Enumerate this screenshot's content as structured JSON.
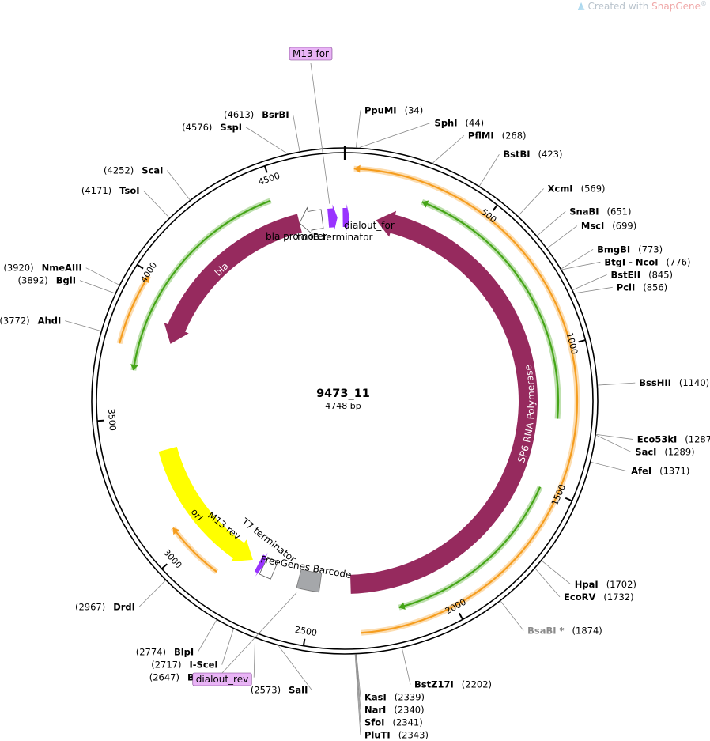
{
  "watermark": {
    "prefix": "Created with ",
    "brand": "SnapGene",
    "suffix": "®"
  },
  "plasmid": {
    "name": "9473_11",
    "length_label": "4748 bp",
    "length": 4748
  },
  "ticks": [
    {
      "pos": 500,
      "label": "500"
    },
    {
      "pos": 1000,
      "label": "1000"
    },
    {
      "pos": 1500,
      "label": "1500"
    },
    {
      "pos": 2000,
      "label": "2000"
    },
    {
      "pos": 2500,
      "label": "2500"
    },
    {
      "pos": 3000,
      "label": "3000"
    },
    {
      "pos": 3500,
      "label": "3500"
    },
    {
      "pos": 4000,
      "label": "4000"
    },
    {
      "pos": 4500,
      "label": "4500"
    }
  ],
  "features": [
    {
      "name": "SP6 RNA Polymerase",
      "start": 130,
      "end": 2350,
      "dir": -1,
      "color": "#962a5e",
      "label_inside": true
    },
    {
      "name": "bla",
      "start": 3800,
      "end": 4560,
      "dir": -1,
      "color": "#962a5e",
      "label_inside": true
    },
    {
      "name": "ori",
      "start": 2770,
      "end": 3360,
      "dir": -1,
      "color": "#ffff00",
      "label_inside": true
    },
    {
      "name": "bla promoter",
      "start": 4560,
      "end": 4655,
      "dir": -1,
      "color": "#ffffff",
      "label_inside": false
    },
    {
      "name": "tonB terminator",
      "start": 4680,
      "end": 4718,
      "dir": 1,
      "color": "#9933ff",
      "label_inside": false
    },
    {
      "name": "dialout_for",
      "start": 4740,
      "end": 20,
      "dir": 1,
      "color": "#9933ff",
      "label_inside": false
    },
    {
      "name": "FreeGenes Barcode",
      "start": 2475,
      "end": 2565,
      "dir": 0,
      "color": "#a5a7aa",
      "label_inside": false
    },
    {
      "name": "T7 terminator",
      "start": 2672,
      "end": 2720,
      "dir": 0,
      "color": "#ffffff",
      "label_inside": false
    },
    {
      "name": "M13 rev",
      "start": 2720,
      "end": 2742,
      "dir": -1,
      "color": "#9933ff",
      "label_inside": false
    }
  ],
  "feature_labels": {
    "bla_promoter": "bla promoter",
    "tonB_terminator": "tonB terminator",
    "dialout_for": "dialout_for",
    "t7_terminator": "T7 terminator",
    "m13_rev": "M13 rev",
    "freegenes_barcode": "FreeGenes Barcode"
  },
  "orfs": [
    {
      "start": 30,
      "end": 2320,
      "dir": -1,
      "ring": 1,
      "color": "#f59d1f"
    },
    {
      "start": 280,
      "end": 1250,
      "dir": -1,
      "ring": 2,
      "color": "#45a517"
    },
    {
      "start": 1500,
      "end": 2180,
      "dir": 1,
      "ring": 2,
      "color": "#45a517"
    },
    {
      "start": 2860,
      "end": 3080,
      "dir": 1,
      "ring": 2,
      "color": "#f59d1f"
    },
    {
      "start": 3670,
      "end": 4480,
      "dir": -1,
      "ring": 2,
      "color": "#45a517"
    },
    {
      "start": 3750,
      "end": 3990,
      "dir": 1,
      "ring": 1,
      "color": "#f59d1f"
    }
  ],
  "sites": [
    {
      "name": "PpuMI",
      "pos_label": "(34)",
      "pos": 34
    },
    {
      "name": "SphI",
      "pos_label": "(44)",
      "pos": 44
    },
    {
      "name": "PflMI",
      "pos_label": "(268)",
      "pos": 268
    },
    {
      "name": "BstBI",
      "pos_label": "(423)",
      "pos": 423
    },
    {
      "name": "XcmI",
      "pos_label": "(569)",
      "pos": 569
    },
    {
      "name": "SnaBI",
      "pos_label": "(651)",
      "pos": 651
    },
    {
      "name": "MscI",
      "pos_label": "(699)",
      "pos": 699
    },
    {
      "name": "BmgBI",
      "pos_label": "(773)",
      "pos": 773
    },
    {
      "name": "BtgI  -  NcoI",
      "pos_label": "(776)",
      "pos": 776
    },
    {
      "name": "BstEII",
      "pos_label": "(845)",
      "pos": 845
    },
    {
      "name": "PciI",
      "pos_label": "(856)",
      "pos": 856
    },
    {
      "name": "BssHII",
      "pos_label": "(1140)",
      "pos": 1140
    },
    {
      "name": "Eco53kI",
      "pos_label": "(1287)",
      "pos": 1287
    },
    {
      "name": "SacI",
      "pos_label": "(1289)",
      "pos": 1289
    },
    {
      "name": "AfeI",
      "pos_label": "(1371)",
      "pos": 1371
    },
    {
      "name": "HpaI",
      "pos_label": "(1702)",
      "pos": 1702
    },
    {
      "name": "EcoRV",
      "pos_label": "(1732)",
      "pos": 1732
    },
    {
      "name": "BsaBI *",
      "pos_label": "(1874)",
      "pos": 1874,
      "dim": true
    },
    {
      "name": "BstZ17I",
      "pos_label": "(2202)",
      "pos": 2202
    },
    {
      "name": "KasI",
      "pos_label": "(2339)",
      "pos": 2339
    },
    {
      "name": "NarI",
      "pos_label": "(2340)",
      "pos": 2340
    },
    {
      "name": "SfoI",
      "pos_label": "(2341)",
      "pos": 2341
    },
    {
      "name": "PluTI",
      "pos_label": "(2343)",
      "pos": 2343
    },
    {
      "name": "SalI",
      "pos_label": "(2573)",
      "pos": 2573
    },
    {
      "name": "BspQI  -  SapI",
      "pos_label": "(2647)",
      "pos": 2647
    },
    {
      "name": "I-SceI",
      "pos_label": "(2717)",
      "pos": 2717
    },
    {
      "name": "BlpI",
      "pos_label": "(2774)",
      "pos": 2774
    },
    {
      "name": "DrdI",
      "pos_label": "(2967)",
      "pos": 2967
    },
    {
      "name": "AhdI",
      "pos_label": "(3772)",
      "pos": 3772
    },
    {
      "name": "BglI",
      "pos_label": "(3892)",
      "pos": 3892
    },
    {
      "name": "NmeAIII",
      "pos_label": "(3920)",
      "pos": 3920
    },
    {
      "name": "TsoI",
      "pos_label": "(4171)",
      "pos": 4171
    },
    {
      "name": "ScaI",
      "pos_label": "(4252)",
      "pos": 4252
    },
    {
      "name": "SspI",
      "pos_label": "(4576)",
      "pos": 4576
    },
    {
      "name": "BsrBI",
      "pos_label": "(4613)",
      "pos": 4613
    }
  ],
  "primers": [
    {
      "name": "M13 for",
      "pos": 4690
    },
    {
      "name": "dialout_rev",
      "pos": 2560
    }
  ]
}
